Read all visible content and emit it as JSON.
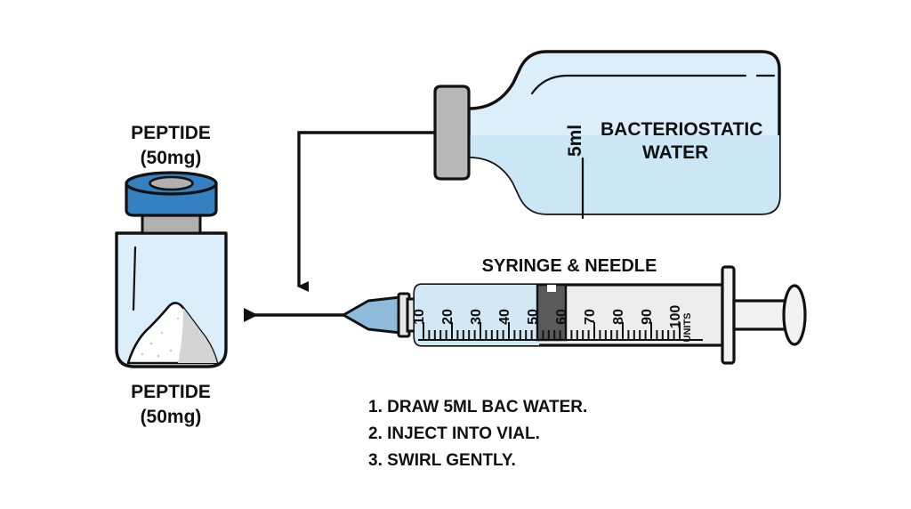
{
  "diagram": {
    "title_vial_top": "PEPTIDE",
    "title_vial_top_sub": "(50mg)",
    "title_vial_bottom": "PEPTIDE",
    "title_vial_bottom_sub": "(50mg)",
    "syringe_title": "SYRINGE & NEEDLE",
    "bottle_label_line1": "BACTERIOSTATIC",
    "bottle_label_line2": "WATER",
    "bottle_volume_mark": "5ml",
    "syringe_units_label": "UNITS",
    "syringe_scale_numbers": [
      "10",
      "20",
      "30",
      "40",
      "50",
      "60",
      "70",
      "80",
      "90",
      "100"
    ],
    "steps": [
      "1. DRAW 5ML BAC WATER.",
      "2. INJECT INTO VIAL.",
      "3. SWIRL GENTLY."
    ]
  },
  "colors": {
    "background": "#ffffff",
    "outline": "#111111",
    "cap_blue": "#3480c0",
    "cap_gray": "#b0b0b0",
    "glass_blue": "#dceefa",
    "liquid_blue": "#cbe6f5",
    "needle_hub_blue": "#8ebbd9",
    "plunger_gray": "#5a5a5a",
    "barrel_gray": "#ededed",
    "bottle_cap_gray": "#b8b8b8",
    "powder_white": "#ffffff",
    "powder_shade": "#d4d4d4"
  }
}
